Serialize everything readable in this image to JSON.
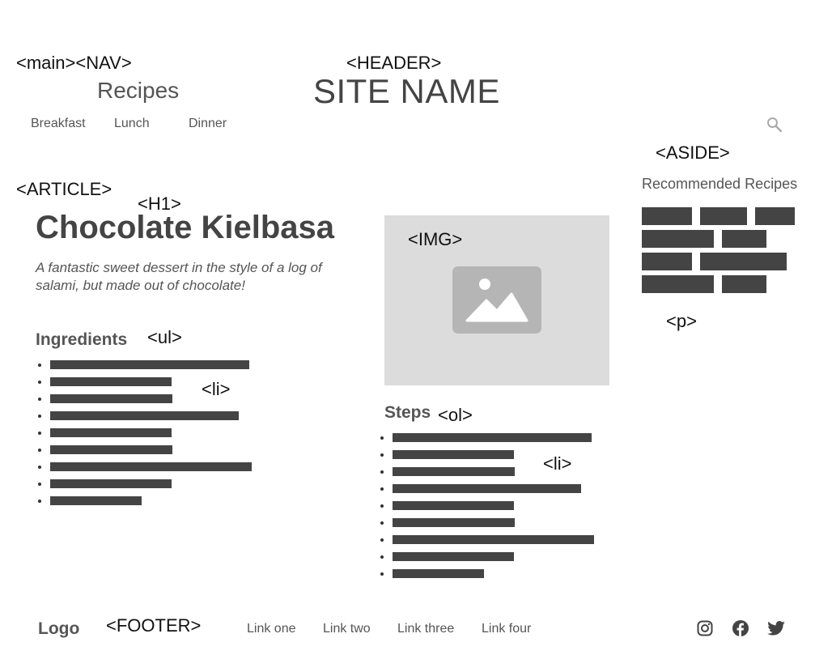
{
  "labels": {
    "main_nav": "<main><NAV>",
    "header": "<HEADER>",
    "aside": "<ASIDE>",
    "article": "<ARTICLE>",
    "h1": "<H1>",
    "ul": "<ul>",
    "li_ingredients": "<li>",
    "img": "<IMG>",
    "ol": "<ol>",
    "li_steps": "<li>",
    "p": "<p>",
    "footer": "<FOOTER>"
  },
  "nav": {
    "title": "Recipes",
    "items": [
      "Breakfast",
      "Lunch",
      "Dinner"
    ],
    "search_icon": "search-icon"
  },
  "header": {
    "site_name": "SITE NAME"
  },
  "article": {
    "title": "Chocolate Kielbasa",
    "description": "A fantastic sweet dessert in the style of a log of salami, but made out of chocolate!",
    "ingredients_heading": "Ingredients",
    "ingredients_count": 9,
    "image_icon": "image-placeholder-icon",
    "steps_heading": "Steps",
    "steps_count": 9
  },
  "aside": {
    "title": "Recommended Recipes",
    "tag_count": 9
  },
  "footer": {
    "logo": "Logo",
    "links": [
      "Link one",
      "Link two",
      "Link three",
      "Link four"
    ],
    "social_icons": [
      "instagram-icon",
      "facebook-icon",
      "twitter-icon"
    ]
  },
  "colors": {
    "text": "#444444",
    "placeholder_bar": "#444444",
    "image_bg": "#dcdcdc",
    "image_icon": "#b5b5b5",
    "muted_icon": "#aaaaaa"
  }
}
